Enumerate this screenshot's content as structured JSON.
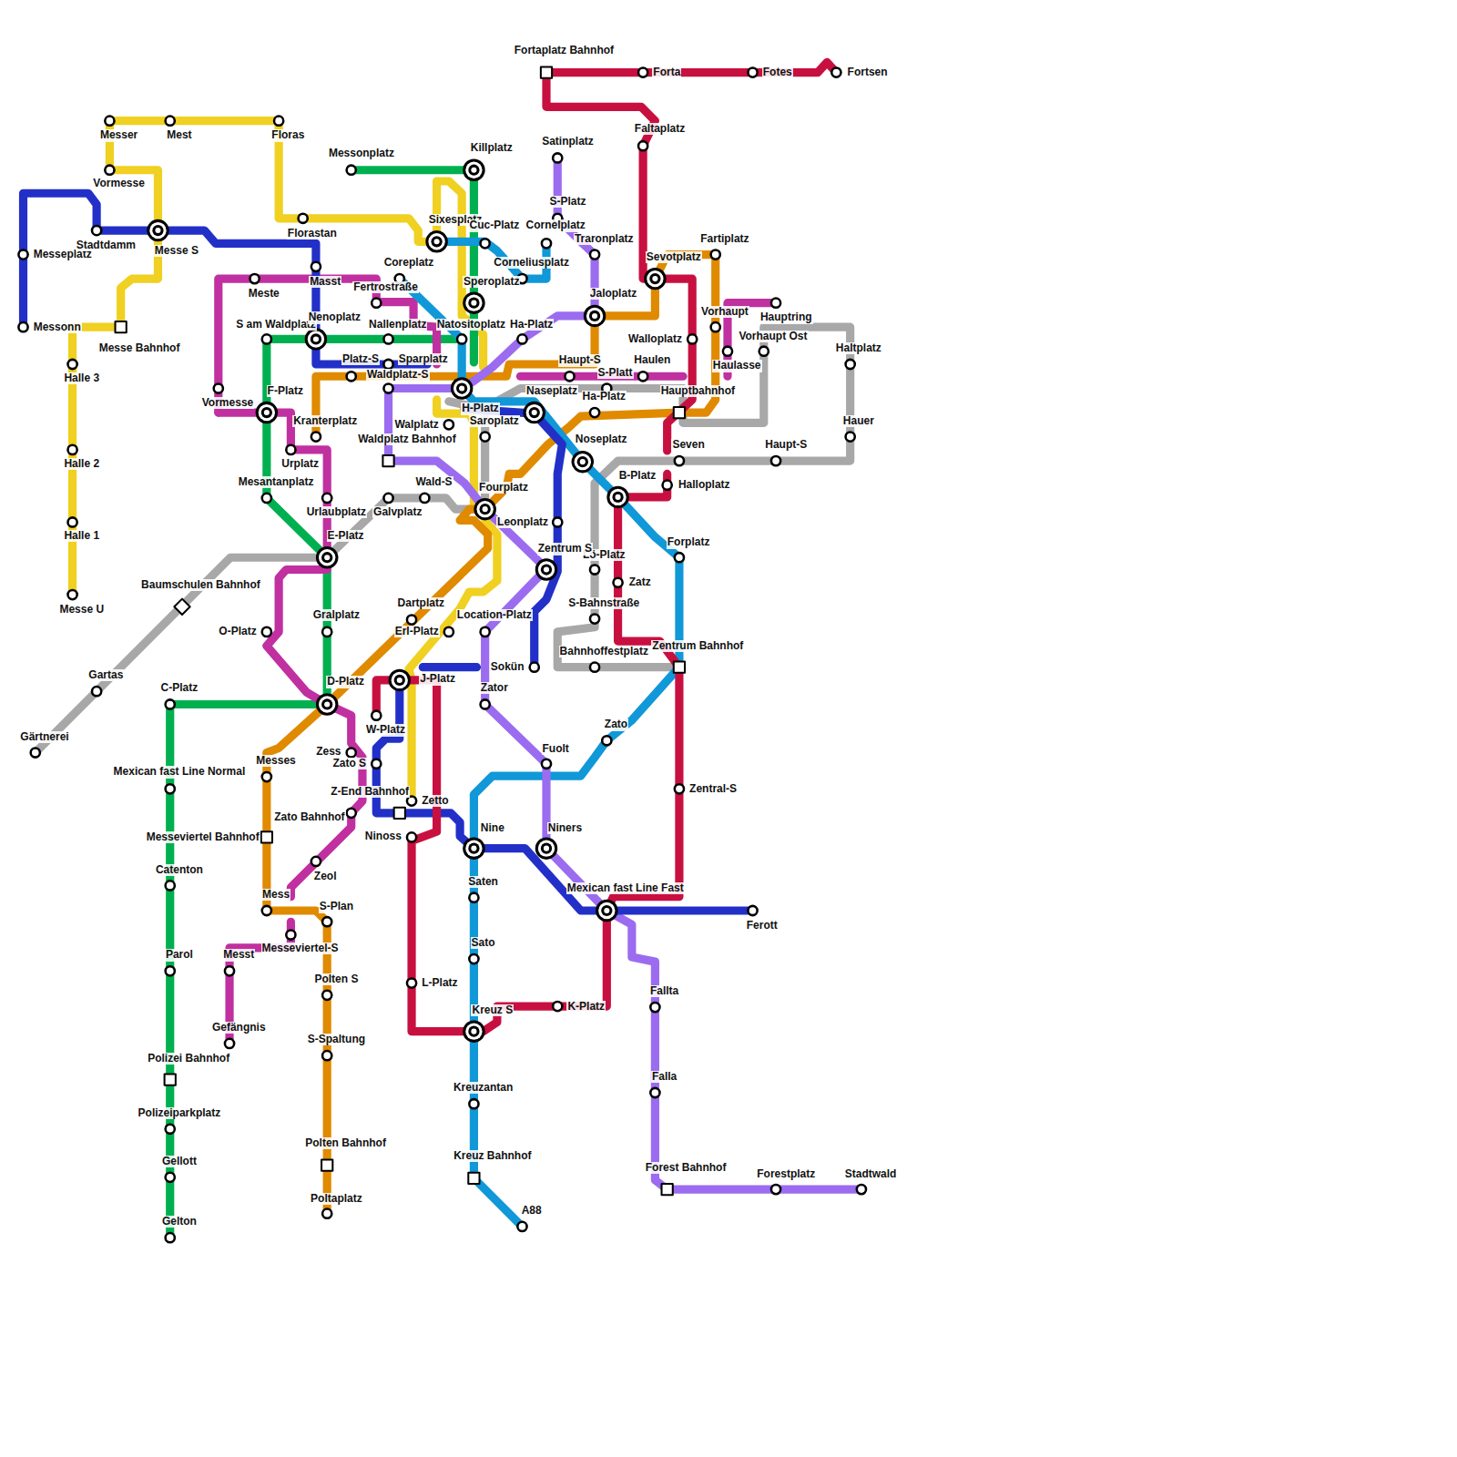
{
  "diagram": {
    "labels": [
      "Fortaplatz Bahnhof",
      "Forta",
      "Fotes",
      "Fortsen",
      "Faltaplatz",
      "Satinplatz",
      "S-Platz",
      "Cornelplatz",
      "Traronplatz",
      "Corneliusplatz",
      "Sevotplatz",
      "Fartiplatz",
      "Jaloplatz",
      "Vorhaupt",
      "Hauptring",
      "Vorhaupt Ost",
      "Walloplatz",
      "Haltplatz",
      "Haulen",
      "Haulasse",
      "Haupt-S",
      "S-Platt",
      "Ha-Platz",
      "Hauptbahnhof",
      "Hauer",
      "Seven",
      "Haupt-S",
      "Halloplatz",
      "Noseplatz",
      "B-Platz",
      "Forplatz",
      "Lö-Platz",
      "Zatz",
      "S-Bahnstraße",
      "Zentrum Bahnhof",
      "Bahnhoffestplatz",
      "Zato",
      "Fuolt",
      "Zentral-S",
      "Niners",
      "Mexican fast Line Fast",
      "Ferott",
      "Fallta",
      "Falla",
      "K-Platz",
      "Forest Bahnhof",
      "Forestplatz",
      "Stadtwald",
      "Messer",
      "Mest",
      "Floras",
      "Vormesse",
      "Messeplatz",
      "Stadtdamm",
      "Messe S",
      "Florastan",
      "Messonplatz",
      "Killplatz",
      "Sixesplatz",
      "Cuc-Platz",
      "Coreplatz",
      "Speroplatz",
      "Fertrostraße",
      "Meste",
      "Masst",
      "Messonn",
      "Messe Bahnhof",
      "S am Waldplatz",
      "Nenoplatz",
      "Nallenplatz",
      "Natositoplatz",
      "Ha-Platz",
      "Halle 3",
      "Platz-S",
      "Sparplatz",
      "Waldplatz-S",
      "Vormesse",
      "F-Platz",
      "H-Platz",
      "Naseplatz",
      "Walplatz",
      "Kranterplatz",
      "Saroplatz",
      "Waldplatz Bahnhof",
      "Halle 2",
      "Urplatz",
      "Mesantanplatz",
      "Wald-S",
      "Fourplatz",
      "Urlaubplatz",
      "Galvplatz",
      "Leonplatz",
      "Halle 1",
      "E-Platz",
      "Zentrum S",
      "Baumschulen Bahnhof",
      "Messe U",
      "Gralplatz",
      "Dartplatz",
      "Location-Platz",
      "O-Platz",
      "Erl-Platz",
      "Gartas",
      "C-Platz",
      "J-Platz",
      "D-Platz",
      "Sokün",
      "Zator",
      "W-Platz",
      "Gärtnerei",
      "Zess",
      "Zato S",
      "Messes",
      "Mexican fast Line Normal",
      "Z-End Bahnhof",
      "Zetto",
      "Messeviertel Bahnhof",
      "Zato Bahnhof",
      "Nine",
      "Ninoss",
      "Zeol",
      "Catenton",
      "Saten",
      "S-Plan",
      "Mess",
      "Sato",
      "Messeviertel-S",
      "Parol",
      "Messt",
      "Polten S",
      "L-Platz",
      "Kreuz S",
      "Gefängnis",
      "S-Spaltung",
      "Polizei Bahnhof",
      "Kreuzantan",
      "Polizeiparkplatz",
      "Polten Bahnhof",
      "Kreuz Bahnhof",
      "Gellott",
      "Poltaplatz",
      "A88",
      "Gelton"
    ]
  }
}
